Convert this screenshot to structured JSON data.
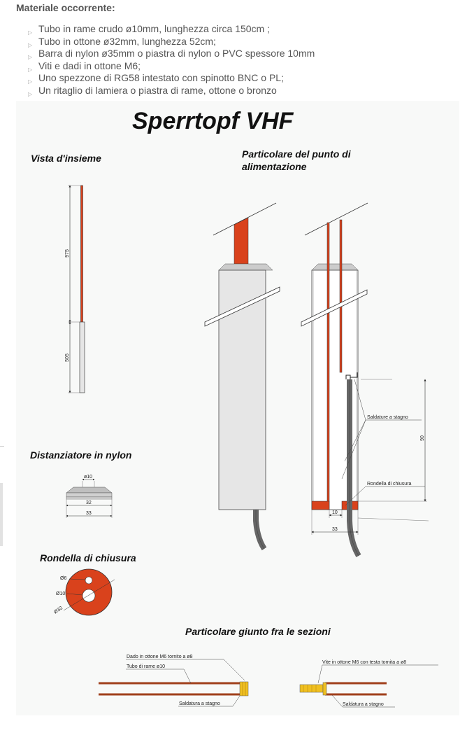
{
  "materials": {
    "title": "Materiale occorrente:",
    "items": [
      "Tubo in rame crudo ø10mm, lunghezza circa 150cm ;",
      "Tubo in ottone ø32mm, lunghezza 52cm;",
      "Barra di nylon ø35mm o piastra di nylon o PVC spessore 10mm",
      "Viti e dadi in ottone M6;",
      "Uno spezzone di RG58 intestato con spinotto BNC o PL;",
      "Un ritaglio di lamiera o piastra di rame, ottone o bronzo"
    ]
  },
  "drawing": {
    "title": "Sperrtopf VHF",
    "overview": {
      "heading": "Vista d'insieme",
      "dim_top": "975",
      "dim_bottom": "505"
    },
    "feed_detail": {
      "heading_line1": "Particolare del punto di",
      "heading_line2": "alimentazione",
      "label_solder": "Saldature a stagno",
      "label_washer": "Rondella di chiusura",
      "dim_height": "90",
      "dim_gap": "10",
      "dim_width": "33"
    },
    "spacer": {
      "heading": "Distanziatore in nylon",
      "dim_hole": "ø10",
      "dim_inner": "32",
      "dim_outer": "33"
    },
    "washer": {
      "heading": "Rondella di chiusura",
      "dim_small": "Ø6",
      "dim_mid": "Ø10",
      "dim_large": "Ø32"
    },
    "joint": {
      "heading": "Particolare giunto fra le sezioni",
      "label_nut": "Dado in ottone M6 tornito a ø8",
      "label_tube": "Tubo di rame ø10",
      "label_solder_left": "Saldatura a stagno",
      "label_screw": "Vite in ottone M6 con testa tornita a ø8",
      "label_solder_right": "Saldatura a stagno"
    },
    "colors": {
      "copper": "#d9421c",
      "brass": "#f0c020",
      "cable": "#666666",
      "tube_fill": "#e6e6e6"
    }
  }
}
